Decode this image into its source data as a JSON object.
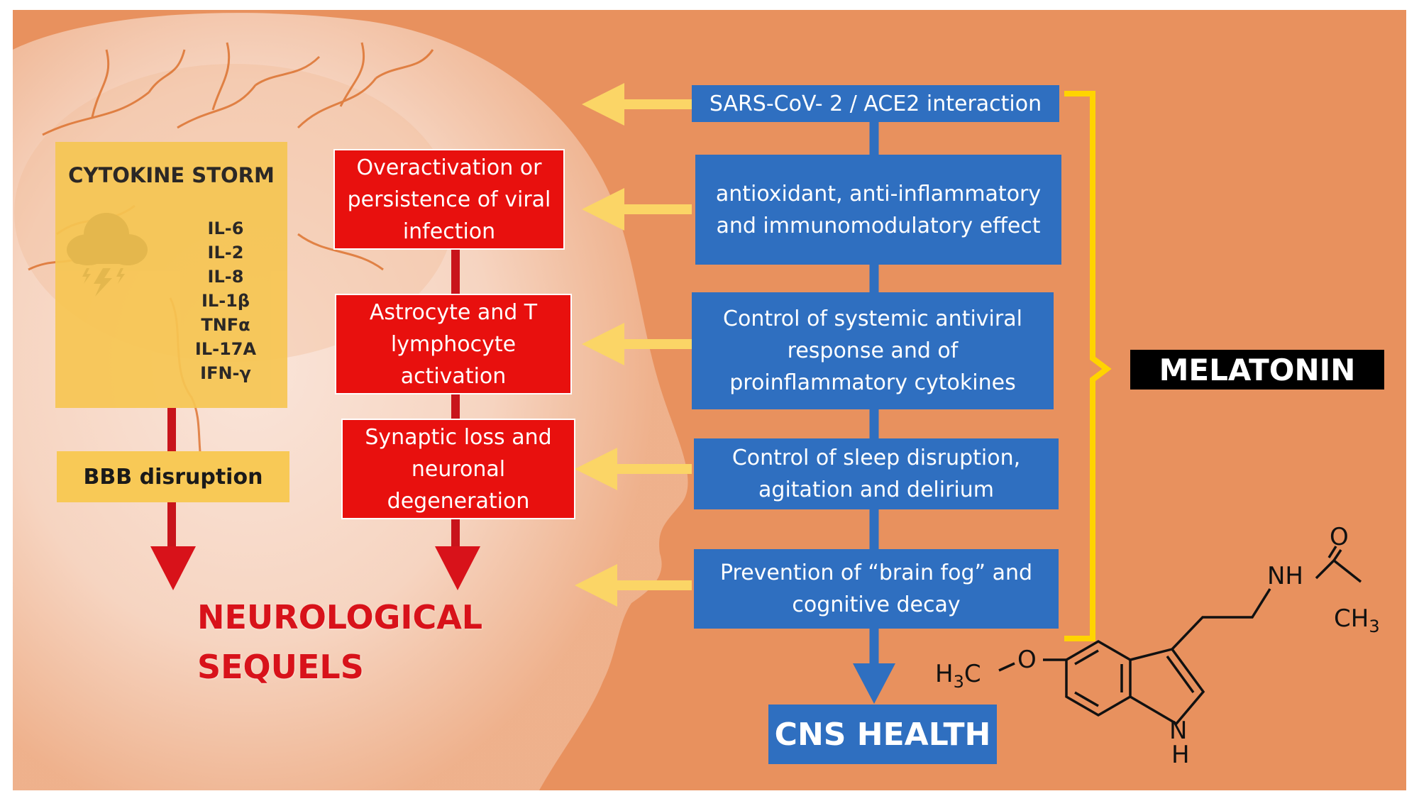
{
  "cytokine_storm": {
    "title": "CYTOKINE STORM",
    "cytokines": [
      "IL-6",
      "IL-2",
      "IL-8",
      "IL-1β",
      "TNFα",
      "IL-17A",
      "IFN-γ"
    ]
  },
  "bbb": "BBB disruption",
  "viral_path": [
    "Overactivation or persistence of  viral infection",
    "Astrocyte and T lymphocyte activation",
    "Synaptic loss and neuronal degeneration"
  ],
  "outcome_left": {
    "line1": "NEUROLOGICAL",
    "line2": "SEQUELS"
  },
  "melatonin_effects": [
    "SARS-CoV- 2 / ACE2 interaction",
    "antioxidant, anti-inflammatory and immunomodulatory effect",
    "Control of systemic antiviral response and of proinflammatory cytokines",
    "Control of sleep disruption, agitation and delirium",
    "Prevention of “brain fog” and cognitive decay"
  ],
  "melatonin": "MELATONIN",
  "outcome_right": "CNS HEALTH",
  "molecule": {
    "nh": "NH",
    "o_top": "O",
    "ch3": "CH",
    "h3c": "H",
    "c": "C",
    "o_methoxy": "O",
    "sub3": "3",
    "n": "N",
    "h": "H"
  },
  "colors": {
    "background": "#e8915e",
    "blue": "#2f6fc0",
    "red": "#e8100e",
    "yellow_box": "#f6c653",
    "arrow_yellow": "#fbd566",
    "bracket": "#ffd400",
    "dark_red": "#c8141b"
  }
}
